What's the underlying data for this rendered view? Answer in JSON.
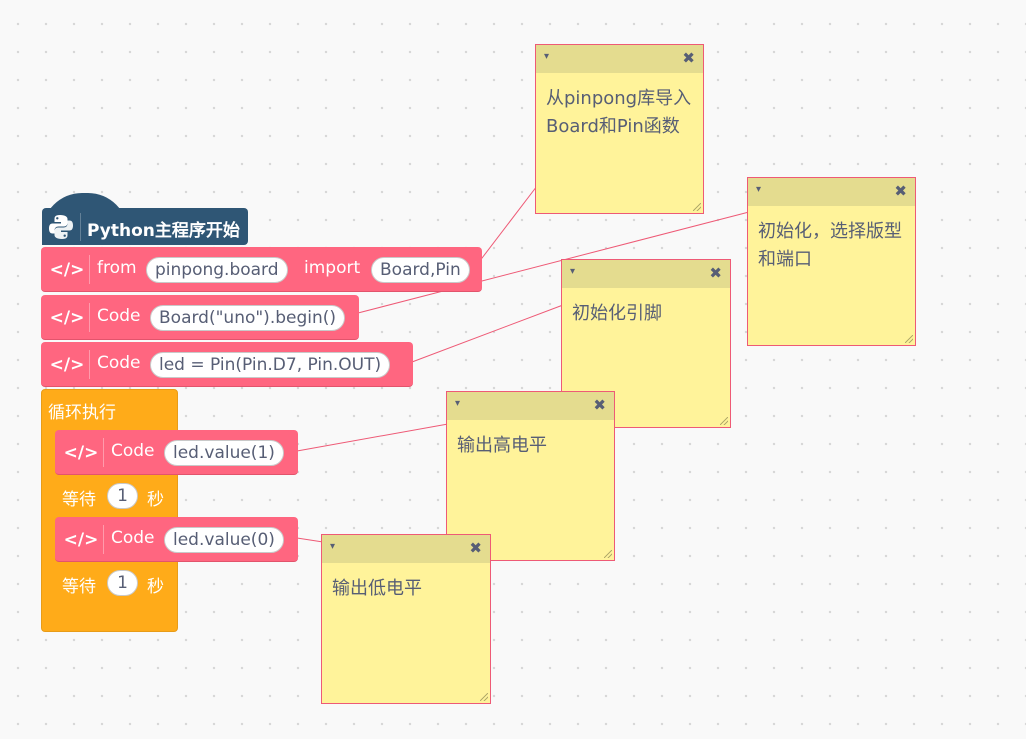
{
  "hat": {
    "label": "Python主程序开始"
  },
  "blocks": [
    {
      "keyword": "from",
      "arg1": "pinpong.board",
      "keyword2": "import",
      "arg2": "Board,Pin"
    },
    {
      "keyword": "Code",
      "arg1": "Board(\"uno\").begin()"
    },
    {
      "keyword": "Code",
      "arg1": "led = Pin(Pin.D7, Pin.OUT)"
    }
  ],
  "loop": {
    "label": "循环执行",
    "code1": {
      "keyword": "Code",
      "arg": "led.value(1)"
    },
    "wait1": {
      "label": "等待",
      "value": "1",
      "unit": "秒"
    },
    "code2": {
      "keyword": "Code",
      "arg": "led.value(0)"
    },
    "wait2": {
      "label": "等待",
      "value": "1",
      "unit": "秒"
    }
  },
  "notes": [
    {
      "text": "从pinpong库导入Board和Pin函数"
    },
    {
      "text": "初始化，选择版型和端口"
    },
    {
      "text": "初始化引脚"
    },
    {
      "text": "输出高电平"
    },
    {
      "text": "输出低电平"
    }
  ],
  "note_controls": {
    "collapse": "▾",
    "close": "✖"
  },
  "colors": {
    "code_block": "#ff6680",
    "hat_block": "#2f5675",
    "loop_block": "#ffab19",
    "note_bg": "#fff39a",
    "note_bar": "#e4dc8f",
    "note_border": "#ee5a76"
  }
}
